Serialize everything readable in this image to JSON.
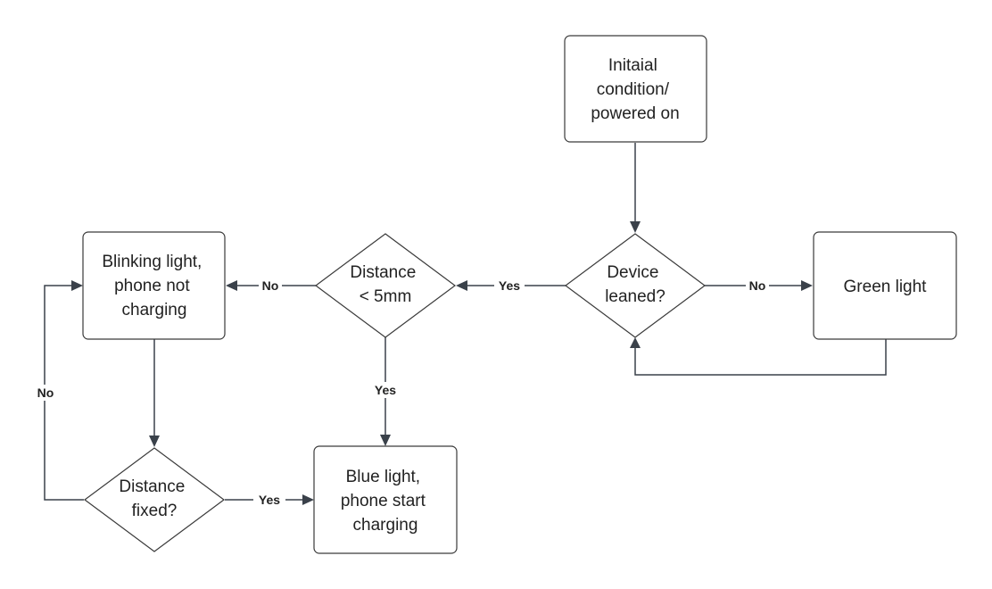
{
  "nodes": {
    "initial": {
      "lines": [
        "Initaial",
        "condition/",
        "powered on"
      ]
    },
    "device_leaned": {
      "lines": [
        "Device",
        "leaned?"
      ]
    },
    "green_light": {
      "lines": [
        "Green light"
      ]
    },
    "distance_5mm": {
      "lines": [
        "Distance",
        "< 5mm"
      ]
    },
    "blinking": {
      "lines": [
        "Blinking light,",
        "phone not",
        "charging"
      ]
    },
    "blue_light": {
      "lines": [
        "Blue light,",
        "phone start",
        "charging"
      ]
    },
    "distance_fixed": {
      "lines": [
        "Distance",
        "fixed?"
      ]
    }
  },
  "edge_labels": {
    "device_no": "No",
    "device_yes": "Yes",
    "distance_no": "No",
    "distance_yes": "Yes",
    "fixed_yes": "Yes",
    "fixed_no": "No"
  },
  "colors": {
    "stroke": "#3a3a3a",
    "arrow": "#3a414a",
    "text": "#222222",
    "background": "#ffffff"
  }
}
